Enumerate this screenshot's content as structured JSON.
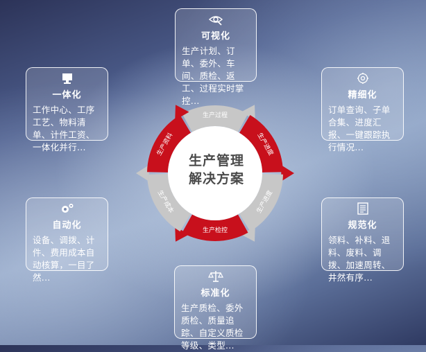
{
  "center": {
    "line1": "生产管理",
    "line2": "解决方案"
  },
  "segments": [
    "生产过程",
    "生产进度",
    "生产进度",
    "生产检控",
    "生产成本",
    "生产资料"
  ],
  "cards": {
    "top": {
      "icon": "eye-icon",
      "title": "可视化",
      "desc": "生产计划、订单、委外、车间、质检、返工、过程实时掌控..."
    },
    "ul": {
      "icon": "monitor-icon",
      "title": "一体化",
      "desc": "工作中心、工序工艺、物料清单、计件工资、一体化并行..."
    },
    "ur": {
      "icon": "gear-icon",
      "title": "精细化",
      "desc": "订单查询、子单合集、进度汇报、一键跟踪执行情况..."
    },
    "ll": {
      "icon": "gears-icon",
      "title": "自动化",
      "desc": "设备、调拨、计件、费用成本自动核算，一目了然..."
    },
    "lr": {
      "icon": "document-icon",
      "title": "规范化",
      "desc": "领料、补料、退料、废料、调拨、加速周转、井然有序..."
    },
    "bottom": {
      "icon": "scale-icon",
      "title": "标准化",
      "desc": "生产质检、委外质检、质量追踪、自定义质检等级、类型..."
    }
  },
  "colors": {
    "red": "#c8101c",
    "gray": "#c7c7c7",
    "white": "#ffffff",
    "centerText": "#4a4a4a"
  }
}
